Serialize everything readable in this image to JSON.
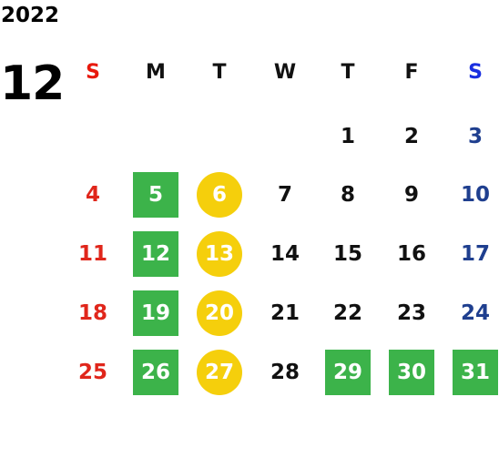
{
  "calendar": {
    "year": "2022",
    "month": "12",
    "weekdays": [
      {
        "label": "S",
        "color": "#e8180c"
      },
      {
        "label": "M",
        "color": "#111111"
      },
      {
        "label": "T",
        "color": "#111111"
      },
      {
        "label": "W",
        "color": "#111111"
      },
      {
        "label": "T",
        "color": "#111111"
      },
      {
        "label": "F",
        "color": "#111111"
      },
      {
        "label": "S",
        "color": "#1a2fe0"
      }
    ],
    "weeks": [
      [
        null,
        null,
        null,
        null,
        {
          "d": "1"
        },
        {
          "d": "2"
        },
        {
          "d": "3"
        }
      ],
      [
        {
          "d": "4"
        },
        {
          "d": "5",
          "mark": "green"
        },
        {
          "d": "6",
          "mark": "yellow"
        },
        {
          "d": "7"
        },
        {
          "d": "8"
        },
        {
          "d": "9"
        },
        {
          "d": "10"
        }
      ],
      [
        {
          "d": "11"
        },
        {
          "d": "12",
          "mark": "green"
        },
        {
          "d": "13",
          "mark": "yellow"
        },
        {
          "d": "14"
        },
        {
          "d": "15"
        },
        {
          "d": "16"
        },
        {
          "d": "17"
        }
      ],
      [
        {
          "d": "18"
        },
        {
          "d": "19",
          "mark": "green"
        },
        {
          "d": "20",
          "mark": "yellow"
        },
        {
          "d": "21"
        },
        {
          "d": "22"
        },
        {
          "d": "23"
        },
        {
          "d": "24"
        }
      ],
      [
        {
          "d": "25"
        },
        {
          "d": "26",
          "mark": "green"
        },
        {
          "d": "27",
          "mark": "yellow"
        },
        {
          "d": "28"
        },
        {
          "d": "29",
          "mark": "green"
        },
        {
          "d": "30",
          "mark": "green"
        },
        {
          "d": "31",
          "mark": "green"
        }
      ]
    ],
    "colors": {
      "green": "#3cb34a",
      "yellow": "#f5cf0c",
      "sunday": "#e0261b",
      "saturday": "#1f3f8f"
    }
  }
}
